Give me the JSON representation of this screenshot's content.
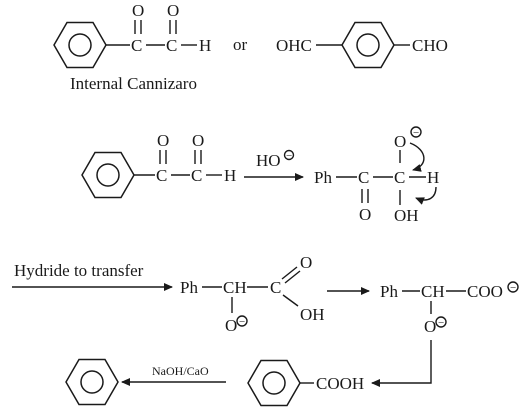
{
  "structures": {
    "phenylglyoxal_top": {
      "o1": "O",
      "o2": "O",
      "c1": "C",
      "c2": "C",
      "h": "H"
    },
    "or_word": "or",
    "terephthal": {
      "left_group": "OHC",
      "right_group": "CHO"
    },
    "caption": "Internal Cannizaro"
  },
  "reaction1": {
    "reactant": {
      "o1": "O",
      "o2": "O",
      "c1": "C",
      "c2": "C",
      "h": "H"
    },
    "reagent": "HO",
    "product": {
      "ph": "Ph",
      "c1": "C",
      "c2": "C",
      "o_bottom": "O",
      "oh": "OH",
      "o_top": "O",
      "h": "H",
      "charge": "−"
    }
  },
  "reaction2": {
    "label": "Hydride to transfer",
    "intermediate": {
      "ph": "Ph",
      "ch": "CH",
      "c": "C",
      "o": "O",
      "oh": "OH",
      "o_minus": "O",
      "charge": "−"
    },
    "product": {
      "ph": "Ph",
      "ch": "CH",
      "coo": "COO",
      "o_minus": "O",
      "charge": "−"
    }
  },
  "reaction3": {
    "benzoic_group": "COOH",
    "reagent": "NaOH/CaO"
  },
  "colors": {
    "ink": "#1a1a1a",
    "background": "#ffffff"
  }
}
